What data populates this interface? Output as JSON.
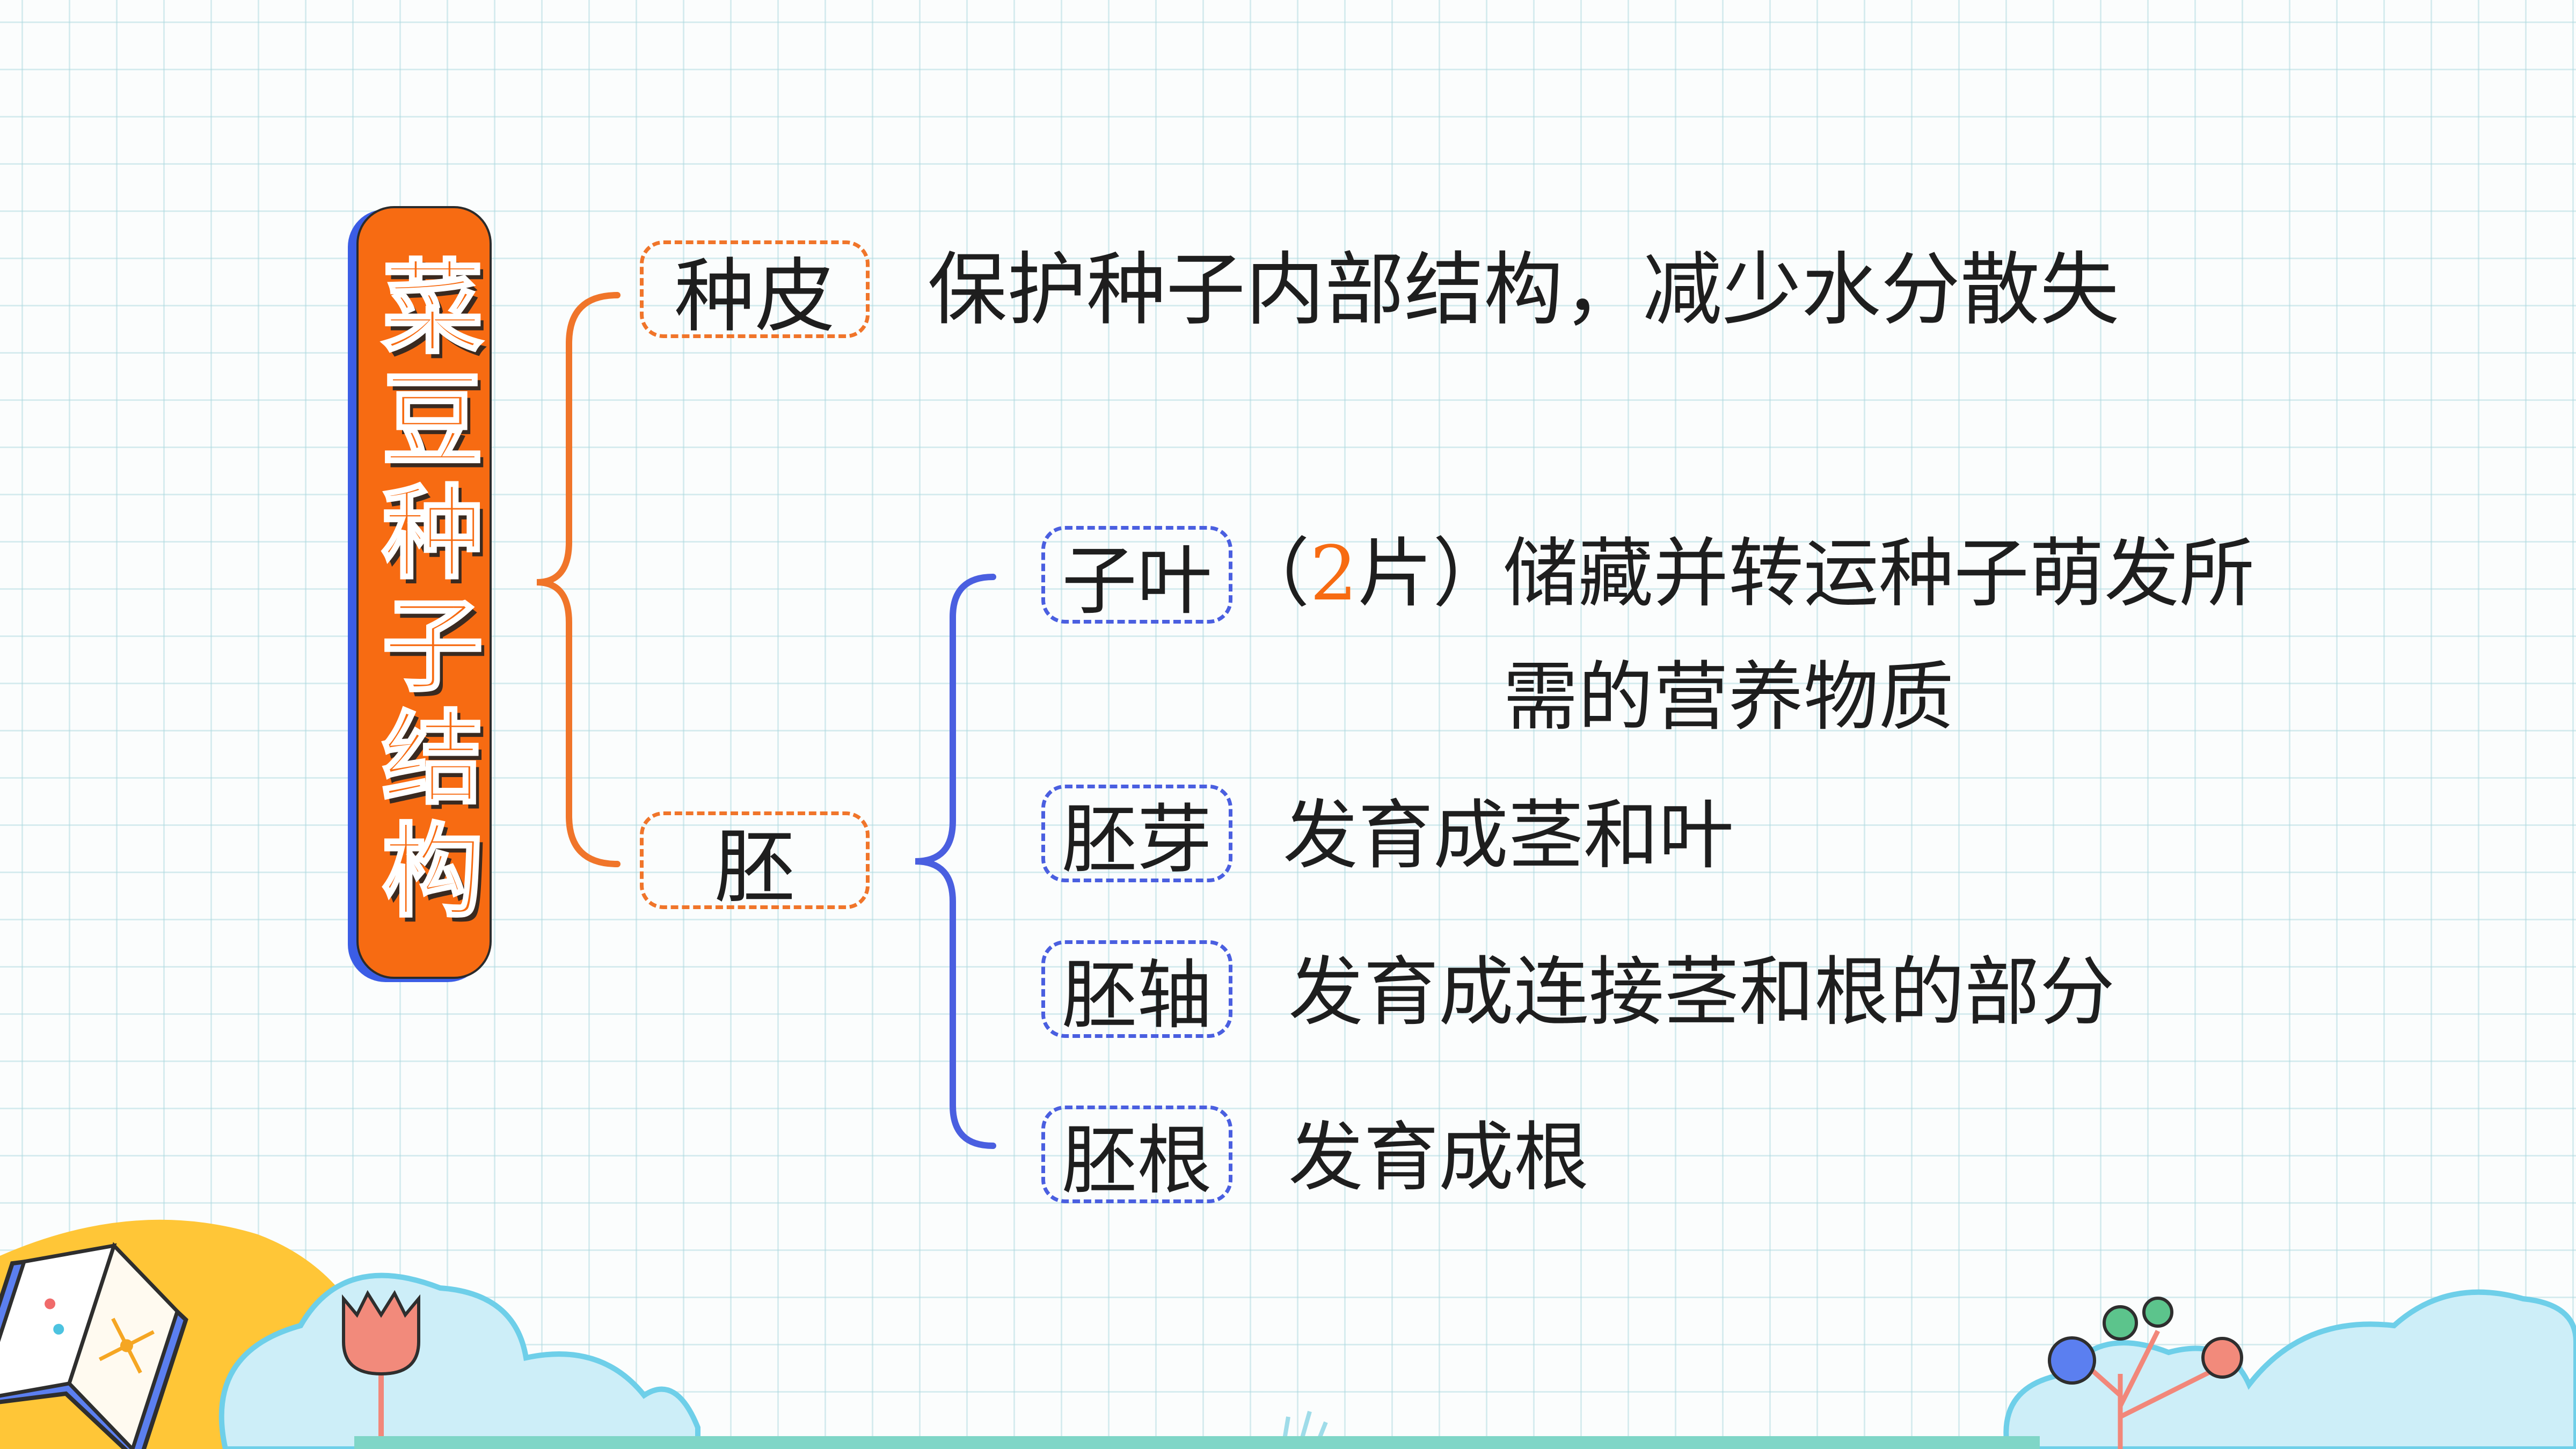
{
  "title": "菜豆种子结构",
  "level1": [
    {
      "label": "种皮",
      "desc": "保护种子内部结构，减少水分散失"
    },
    {
      "label": "胚"
    }
  ],
  "embryo_parts": [
    {
      "label": "子叶",
      "count_open": "（",
      "count_num": "2",
      "count_close": "片）",
      "desc_line1": "储藏并转运种子萌发所",
      "desc_line2": "需的营养物质"
    },
    {
      "label": "胚芽",
      "desc": "发育成茎和叶"
    },
    {
      "label": "胚轴",
      "desc": "发育成连接茎和根的部分"
    },
    {
      "label": "胚根",
      "desc": "发育成根"
    }
  ],
  "colors": {
    "accent_orange": "#f76b12",
    "bracket_orange": "#f0752a",
    "bracket_blue": "#4a5fe0"
  }
}
